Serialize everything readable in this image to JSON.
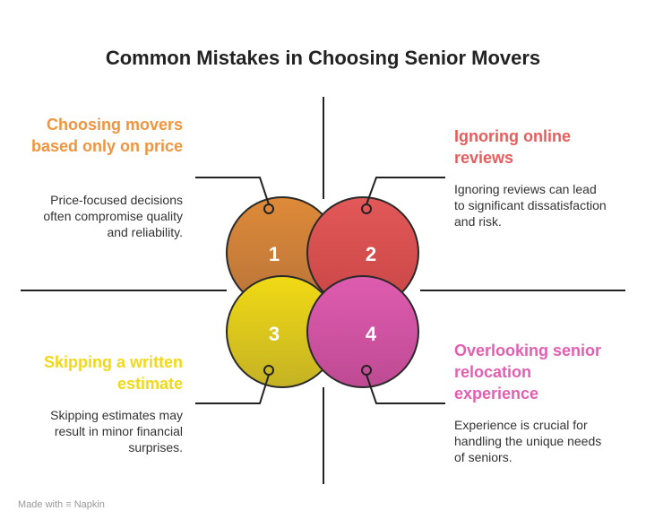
{
  "title": "Common Mistakes in Choosing Senior Movers",
  "items": [
    {
      "number": "1",
      "heading": "Choosing movers based only on price",
      "description": "Price-focused decisions often compromise quality and reliability.",
      "color": "#F0943E"
    },
    {
      "number": "2",
      "heading": "Ignoring online reviews",
      "description": "Ignoring reviews can lead to significant dissatisfaction and risk.",
      "color": "#E85C5C"
    },
    {
      "number": "3",
      "heading": "Skipping a written estimate",
      "description": "Skipping estimates may result in minor financial surprises.",
      "color": "#F2D81A"
    },
    {
      "number": "4",
      "heading": "Overlooking senior relocation experience",
      "description": "Experience is crucial for handling the unique needs of seniors.",
      "color": "#E35FB0"
    }
  ],
  "footer": {
    "prefix": "Made with",
    "brand": "Napkin"
  }
}
